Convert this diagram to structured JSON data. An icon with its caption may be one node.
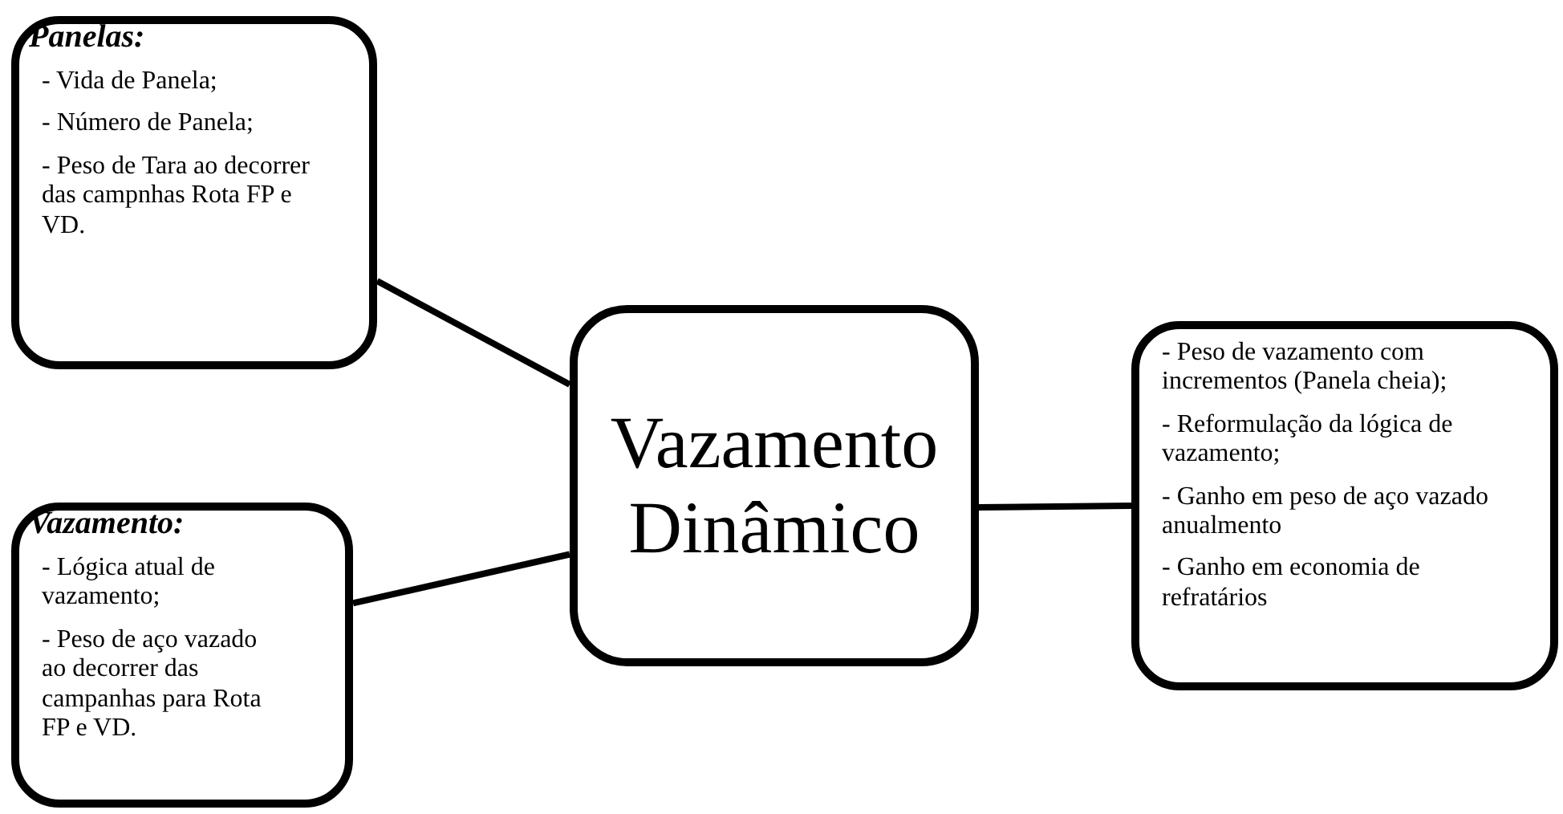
{
  "diagram": {
    "nodes": [
      {
        "text": [
          "Panelas:",
          "- Vida de Panela;",
          "- Número de Panela;",
          "- Peso de Tara ao decorrer das campnhas Rota FP e VD."
        ]
      },
      {
        "text": [
          "Vazamento:",
          "- Lógica atual de vazamento;",
          "- Peso de aço vazado ao decorrer das campanhas para Rota FP e VD."
        ]
      },
      {
        "text": [
          "Vazamento Dinâmico"
        ]
      },
      {
        "text": [
          "- Peso de vazamento com incrementos (Panela cheia);",
          "- Reformulação da lógica de vazamento;",
          "- Ganho em peso de aço vazado anualmento",
          "- Ganho em economia de refratários"
        ]
      }
    ],
    "edges": [
      {
        "from": 0,
        "to": 2,
        "arrow": "none"
      },
      {
        "from": 1,
        "to": 2,
        "arrow": "none"
      },
      {
        "from": 2,
        "to": 3,
        "arrow": "none"
      }
    ]
  }
}
